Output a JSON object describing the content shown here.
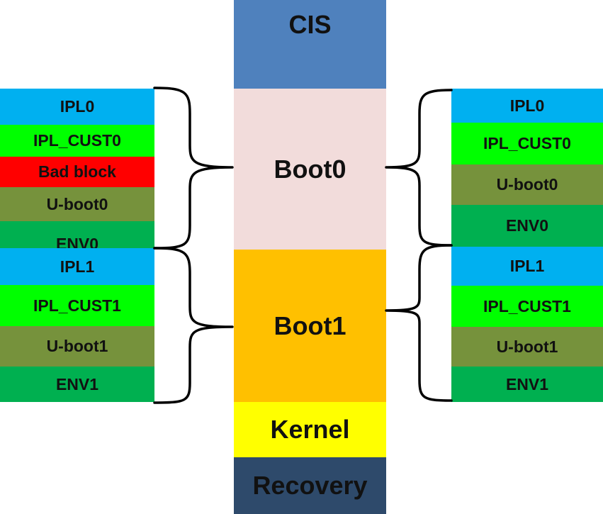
{
  "colors": {
    "cis": "#4f81bd",
    "boot0": "#f2dcdb",
    "boot1": "#ffc000",
    "kernel": "#ffff00",
    "recovery": "#2e4a6b",
    "ipl": "#00b0f0",
    "ipl_cust": "#00ff00",
    "bad_block": "#ff0000",
    "uboot": "#76923c",
    "env": "#00b050"
  },
  "center": {
    "cis": "CIS",
    "boot0": "Boot0",
    "boot1": "Boot1",
    "kernel": "Kernel",
    "recovery": "Recovery"
  },
  "left": {
    "ipl0": "IPL0",
    "ipl_cust0": "IPL_CUST0",
    "bad_block": "Bad block",
    "uboot0": "U-boot0",
    "env0": "ENV0",
    "ipl1": "IPL1",
    "ipl_cust1": "IPL_CUST1",
    "uboot1": "U-boot1",
    "env1": "ENV1"
  },
  "right": {
    "ipl0": "IPL0",
    "ipl_cust0": "IPL_CUST0",
    "uboot0": "U-boot0",
    "env0": "ENV0",
    "ipl1": "IPL1",
    "ipl_cust1": "IPL_CUST1",
    "uboot1": "U-boot1",
    "env1": "ENV1"
  }
}
